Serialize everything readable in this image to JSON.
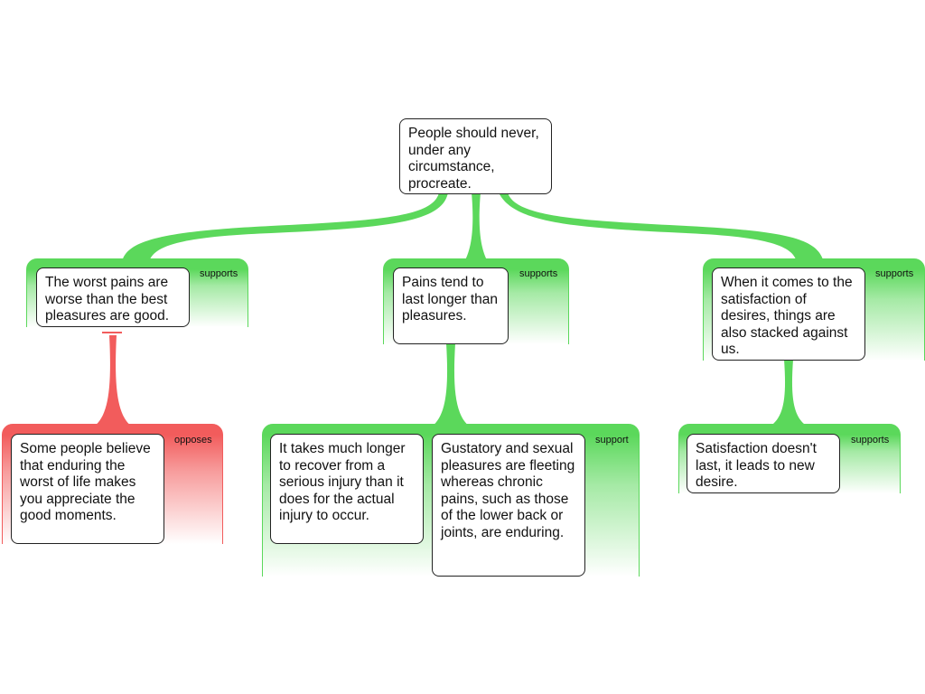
{
  "colors": {
    "support": "#5bd85b",
    "oppose": "#f25c5c"
  },
  "root": {
    "text": "People should never, under any circumstance, procreate."
  },
  "claims": [
    {
      "text": "The worst pains are worse than the best pleasures are good.",
      "relation": "supports"
    },
    {
      "text": "Pains tend to last longer than pleasures.",
      "relation": "supports"
    },
    {
      "text": "When it comes to the satisfaction of desires, things are also stacked against us.",
      "relation": "supports"
    }
  ],
  "subgroups": [
    {
      "relation": "opposes",
      "items": [
        {
          "text": "Some people believe that enduring the worst of life makes you appreciate the good moments."
        }
      ]
    },
    {
      "relation": "support",
      "items": [
        {
          "text": "It takes much longer to recover from a serious injury than it does for the actual injury to occur."
        },
        {
          "text": "Gustatory and sexual pleasures are fleeting whereas chronic pains, such as those of the lower back or joints, are enduring."
        }
      ]
    },
    {
      "relation": "supports",
      "items": [
        {
          "text": "Satisfaction doesn't last, it leads to new desire."
        }
      ]
    }
  ]
}
